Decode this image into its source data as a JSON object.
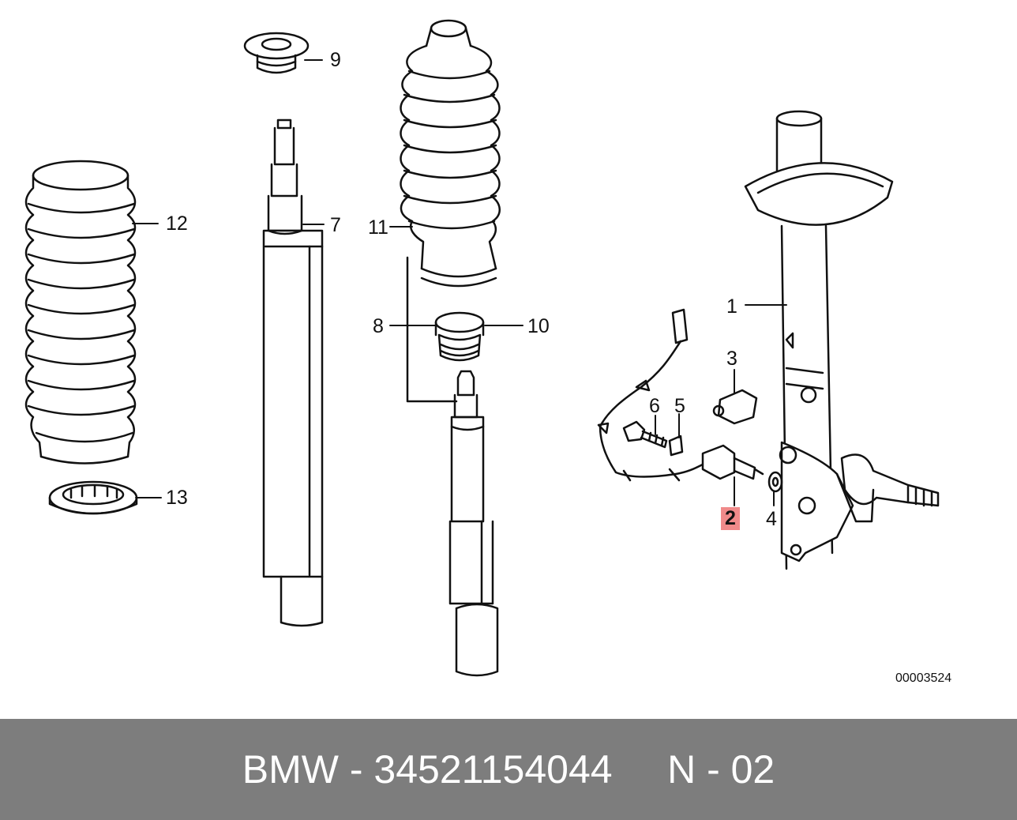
{
  "callouts": {
    "c1": "1",
    "c2": "2",
    "c3": "3",
    "c4": "4",
    "c5": "5",
    "c6": "6",
    "c7": "7",
    "c8": "8",
    "c9": "9",
    "c10": "10",
    "c11": "11",
    "c12": "12",
    "c13": "13"
  },
  "highlighted_callout": "2",
  "highlight_color": "#f08a8a",
  "figure_id": "00003524",
  "footer": {
    "brand": "BMW",
    "separator": " - ",
    "part_number": "34521154044",
    "variant": "N - 02",
    "background": "#7d7d7d"
  }
}
